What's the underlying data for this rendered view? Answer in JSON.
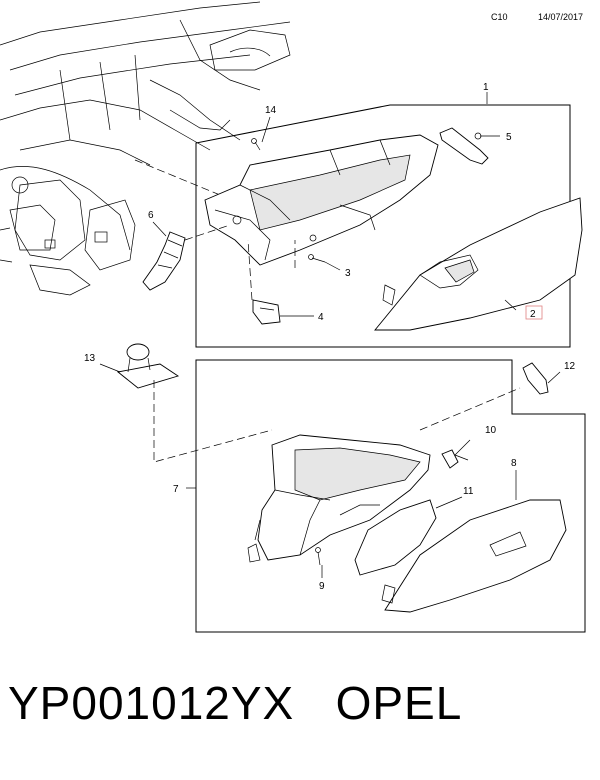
{
  "header": {
    "code": "C10",
    "date": "14/07/2017"
  },
  "callouts": {
    "c1": "1",
    "c2": "2",
    "c3": "3",
    "c4": "4",
    "c5": "5",
    "c6": "6",
    "c7": "7",
    "c8": "8",
    "c9": "9",
    "c10": "10",
    "c11": "11",
    "c12": "12",
    "c13": "13",
    "c14": "14"
  },
  "footer": {
    "text": "YP001012YX   OPEL"
  }
}
